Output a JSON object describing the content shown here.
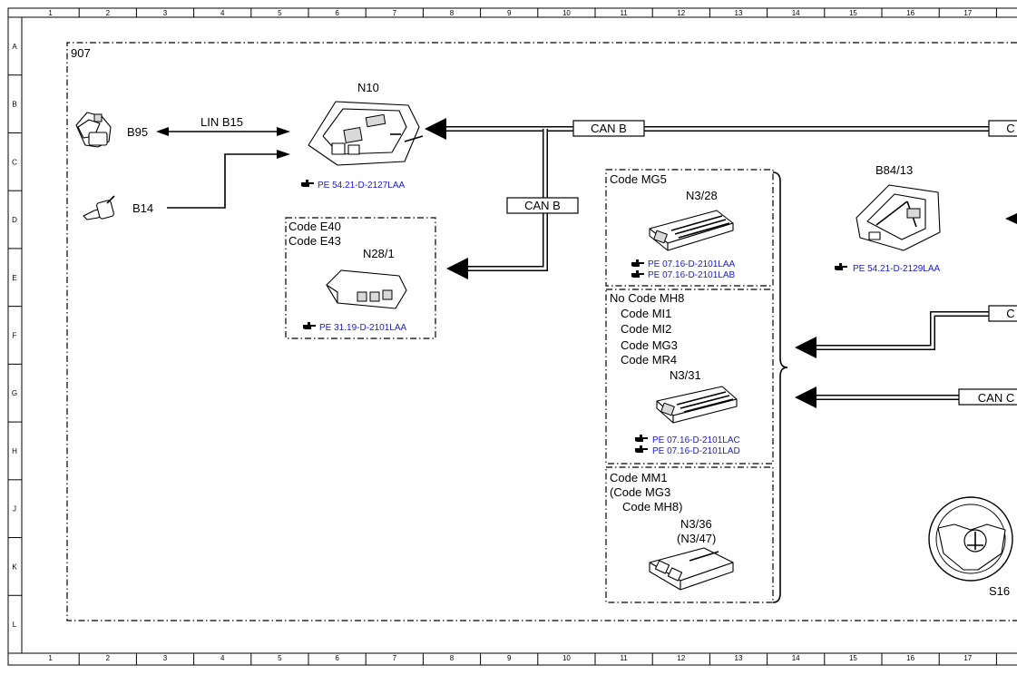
{
  "frame": {
    "columns": [
      "1",
      "2",
      "3",
      "4",
      "5",
      "6",
      "7",
      "8",
      "9",
      "10",
      "11",
      "12",
      "13",
      "14",
      "15",
      "16",
      "17"
    ],
    "rows": [
      "A",
      "B",
      "C",
      "D",
      "E",
      "F",
      "G",
      "H",
      "J",
      "K",
      "L"
    ]
  },
  "group_label": "907",
  "components": {
    "n10": "N10",
    "b95": "B95",
    "b14": "B14",
    "n28_1": "N28/1",
    "b84_13": "B84/13",
    "n3_28": "N3/28",
    "n3_31": "N3/31",
    "n3_36": "N3/36",
    "n3_47": "(N3/47)",
    "s16": "S16"
  },
  "buses": {
    "lin_b15": "LIN B15",
    "can_b_top": "CAN B",
    "can_b_mid": "CAN B",
    "cut_right_1": "C",
    "cut_right_2": "C",
    "can_c_cut": "CAN C"
  },
  "codes": {
    "n28_1": [
      "Code E40",
      "Code E43"
    ],
    "n3_28": [
      "Code MG5"
    ],
    "n3_31": [
      "No Code MH8",
      "Code MI1",
      "Code MI2",
      "Code MG3",
      "Code MR4"
    ],
    "n3_36": [
      "Code MM1",
      "(Code MG3",
      "Code MH8)"
    ]
  },
  "refs": {
    "n10": "PE 54.21-D-2127LAA",
    "n28_1": "PE 31.19-D-2101LAA",
    "b84_13": "PE 54.21-D-2129LAA",
    "n3_28_a": "PE 07.16-D-2101LAA",
    "n3_28_b": "PE 07.16-D-2101LAB",
    "n3_31_a": "PE 07.16-D-2101LAC",
    "n3_31_b": "PE 07.16-D-2101LAD"
  },
  "colors": {
    "ref_link": "#1a1ad6",
    "line": "#000000"
  },
  "icons": {
    "ref": "pointing-hand-icon"
  }
}
